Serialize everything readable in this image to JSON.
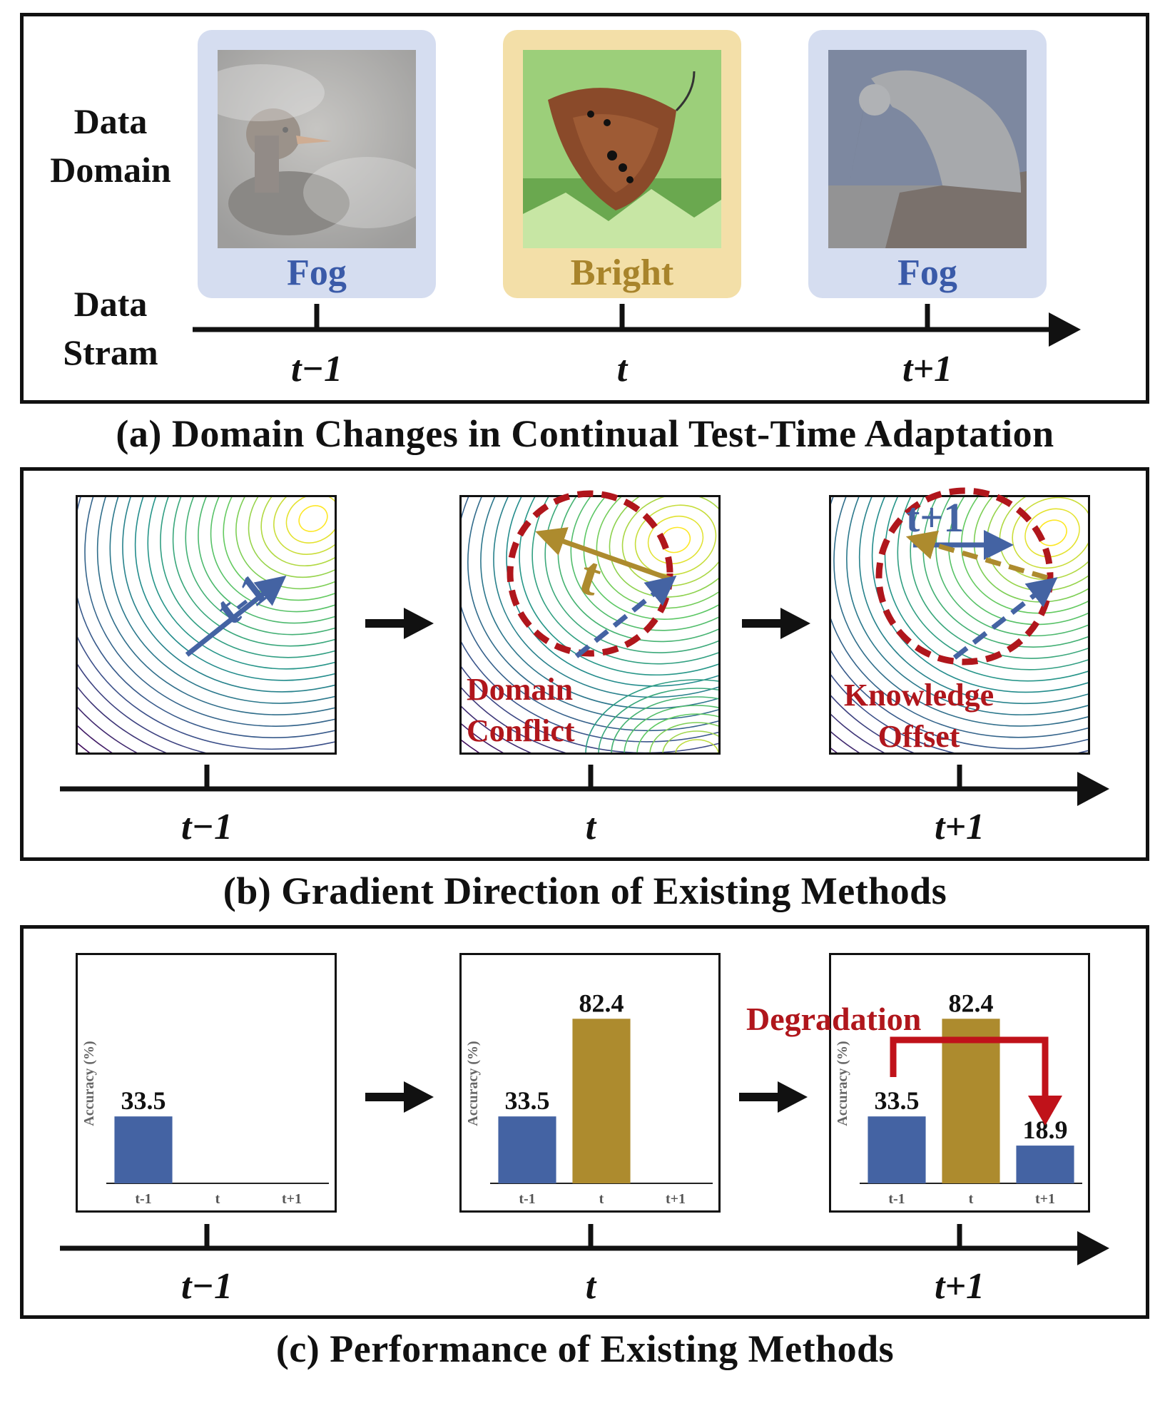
{
  "panel_a": {
    "row_label_1": "Data Domain",
    "row_label_2": "Data Stram",
    "cards": [
      {
        "domain": "Fog",
        "color": "#3a5aa8",
        "bg": "#d5ddf0"
      },
      {
        "domain": "Bright",
        "color": "#a8842b",
        "bg": "#f3dfa8"
      },
      {
        "domain": "Fog",
        "color": "#3a5aa8",
        "bg": "#d5ddf0"
      }
    ],
    "ticks": [
      "t−1",
      "t",
      "t+1"
    ],
    "caption": "(a) Domain Changes in Continual Test-Time Adaptation"
  },
  "panel_b": {
    "step_labels": [
      "t-1",
      "t",
      "t+1"
    ],
    "annotation_conflict": "Domain Conflict",
    "annotation_offset": "Knowledge Offset",
    "ticks": [
      "t−1",
      "t",
      "t+1"
    ],
    "caption": "(b) Gradient Direction of Existing Methods"
  },
  "panel_c": {
    "degradation_label": "Degradation",
    "ticks": [
      "t−1",
      "t",
      "t+1"
    ],
    "caption": "(c) Performance of Existing Methods"
  },
  "colors": {
    "blue": "#4463a3",
    "gold": "#ad8b2e",
    "red": "#b0161c"
  },
  "chart_data": [
    {
      "type": "bar",
      "ylabel": "Accuracy (%)",
      "categories": [
        "t-1",
        "t",
        "t+1"
      ],
      "values": [
        33.5,
        null,
        null
      ],
      "colors": [
        "#4463a3",
        "#ad8b2e",
        "#4463a3"
      ],
      "ylim": [
        0,
        100
      ]
    },
    {
      "type": "bar",
      "ylabel": "Accuracy (%)",
      "categories": [
        "t-1",
        "t",
        "t+1"
      ],
      "values": [
        33.5,
        82.4,
        null
      ],
      "colors": [
        "#4463a3",
        "#ad8b2e",
        "#4463a3"
      ],
      "ylim": [
        0,
        100
      ]
    },
    {
      "type": "bar",
      "ylabel": "Accuracy (%)",
      "categories": [
        "t-1",
        "t",
        "t+1"
      ],
      "values": [
        33.5,
        82.4,
        18.9
      ],
      "colors": [
        "#4463a3",
        "#ad8b2e",
        "#4463a3"
      ],
      "ylim": [
        0,
        100
      ]
    }
  ]
}
